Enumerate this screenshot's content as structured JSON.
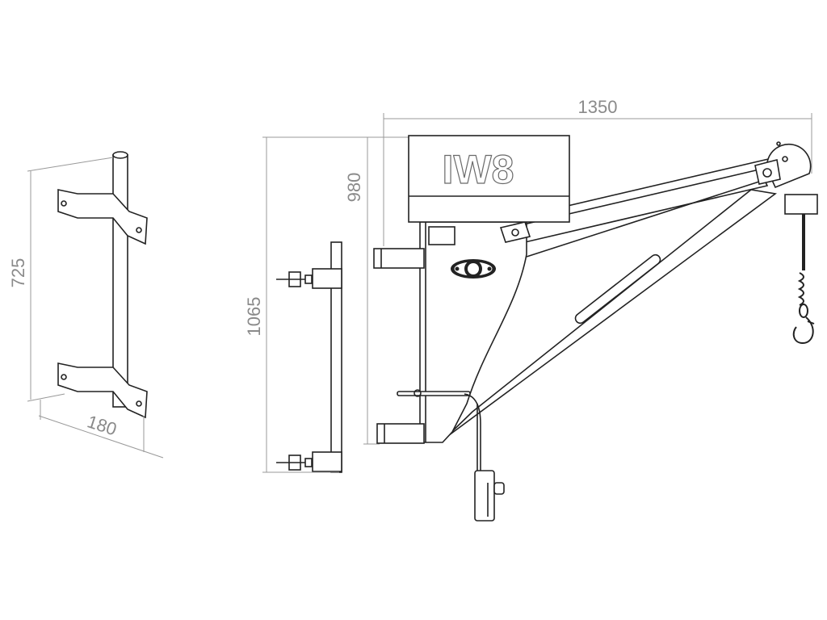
{
  "drawing": {
    "title_logo": "IW8",
    "dimensions": {
      "crane_reach": "1350",
      "crane_height": "980",
      "bracket_height": "1065",
      "pole_height": "725",
      "pole_depth": "180"
    }
  }
}
